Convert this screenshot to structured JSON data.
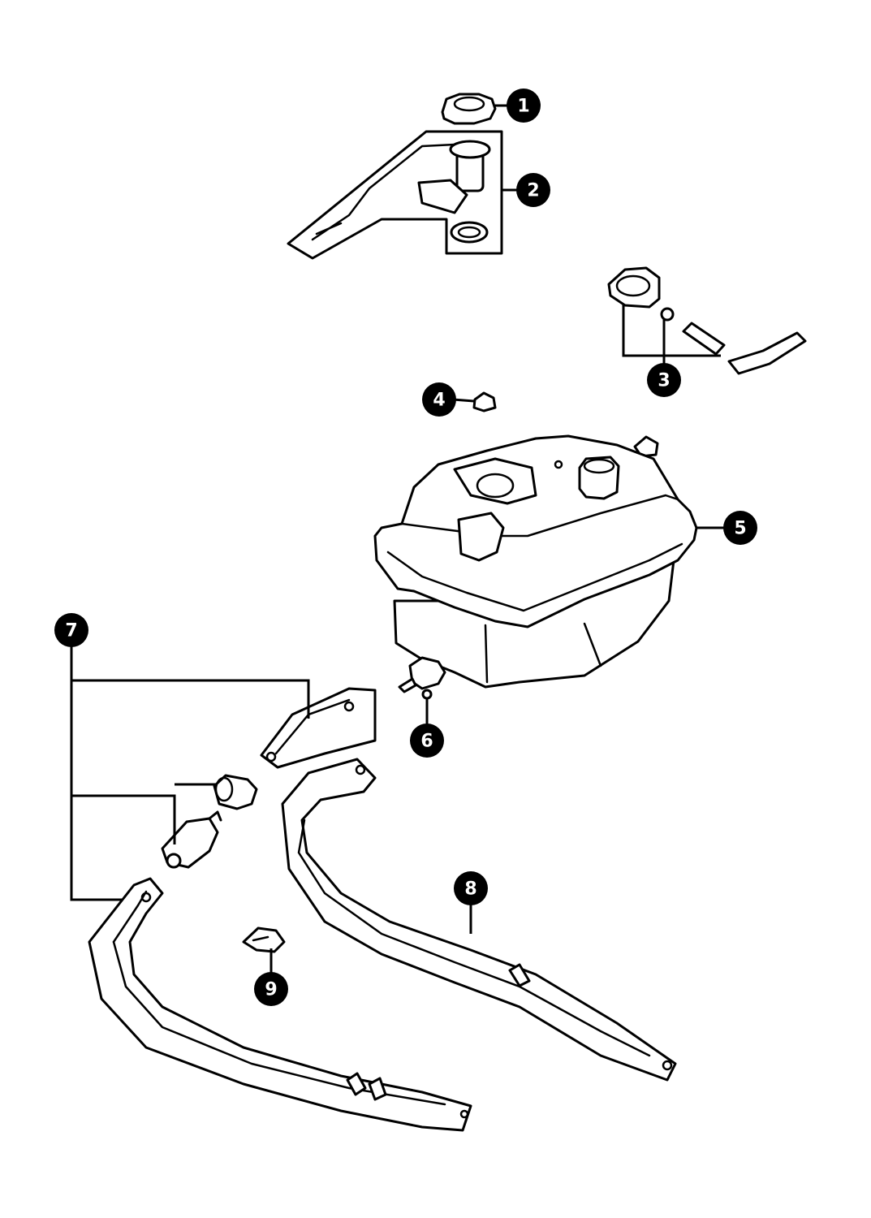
{
  "callouts": [
    {
      "id": "1",
      "label": "1"
    },
    {
      "id": "2",
      "label": "2"
    },
    {
      "id": "3",
      "label": "3"
    },
    {
      "id": "4",
      "label": "4"
    },
    {
      "id": "5",
      "label": "5"
    },
    {
      "id": "6",
      "label": "6"
    },
    {
      "id": "7",
      "label": "7"
    },
    {
      "id": "8",
      "label": "8"
    },
    {
      "id": "9",
      "label": "9"
    }
  ],
  "colors": {
    "line": "#000000",
    "background": "#ffffff",
    "callout_fill": "#000000",
    "callout_text": "#ffffff"
  }
}
